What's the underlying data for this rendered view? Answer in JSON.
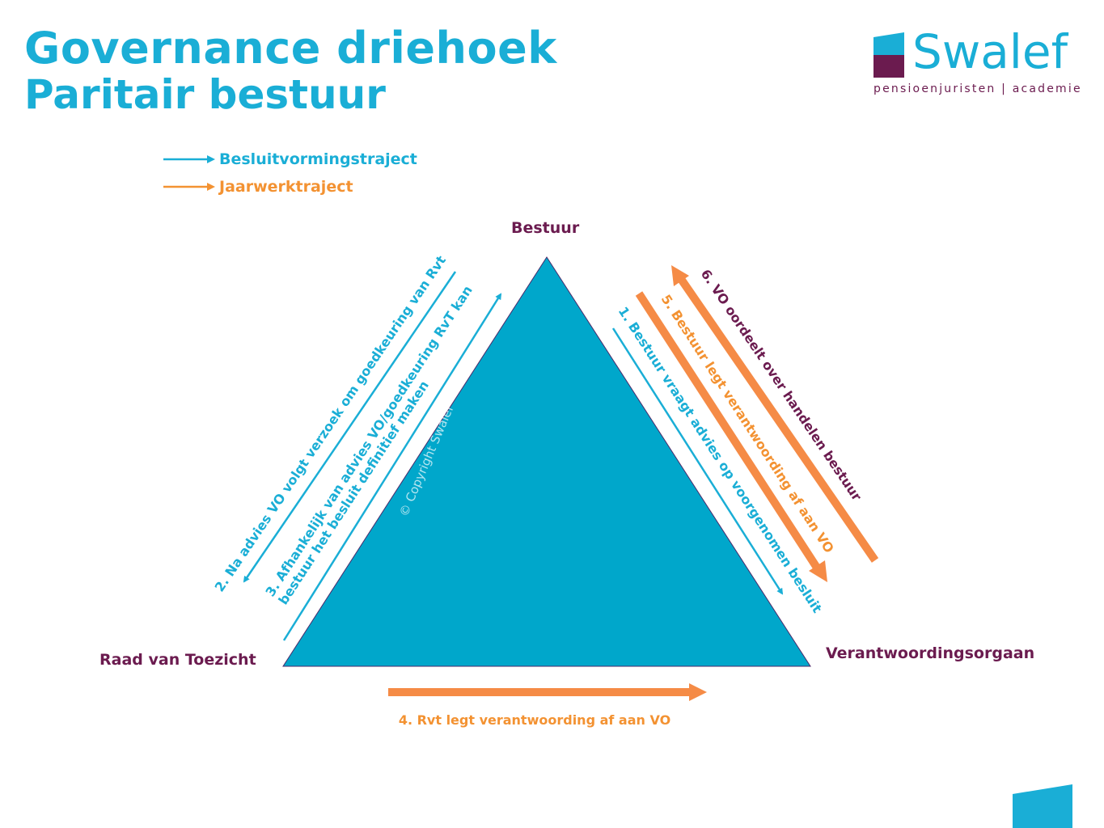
{
  "header": {
    "title": "Governance driehoek",
    "subtitle": "Paritair bestuur"
  },
  "logo": {
    "name": "Swalef",
    "tagline": "pensioenjuristen | academie",
    "colors": {
      "accent": "#1aaed6",
      "brand": "#6b1b4f"
    }
  },
  "legend": {
    "items": [
      {
        "label": "Besluitvormingstraject",
        "color": "#1aaed6"
      },
      {
        "label": "Jaarwerktraject",
        "color": "#f39232"
      }
    ]
  },
  "nodes": {
    "top": "Bestuur",
    "bottom_left": "Raad van Toezicht",
    "bottom_right": "Verantwoordingsorgaan"
  },
  "steps": {
    "step1": "1. Bestuur vraagt advies op voorgenomen besluit",
    "step2": "2. Na advies VO volgt verzoek om goedkeuring van Rvt",
    "step3_line1": "3. Afhankelijk van advies VO/goedkeuring RvT kan",
    "step3_line2": "bestuur het besluit definitief maken",
    "step4": "4. Rvt legt verantwoording af aan VO",
    "step5": "5. Bestuur legt verantwoording af aan VO",
    "step6": "6. VO oordeelt over handelen bestuur"
  },
  "watermark": "© Copyright Swalef",
  "colors": {
    "triangle": "#00a7cb",
    "blue_arrow": "#1aaed6",
    "orange_arrow": "#f58b46",
    "purple_text": "#6b1b4f"
  }
}
